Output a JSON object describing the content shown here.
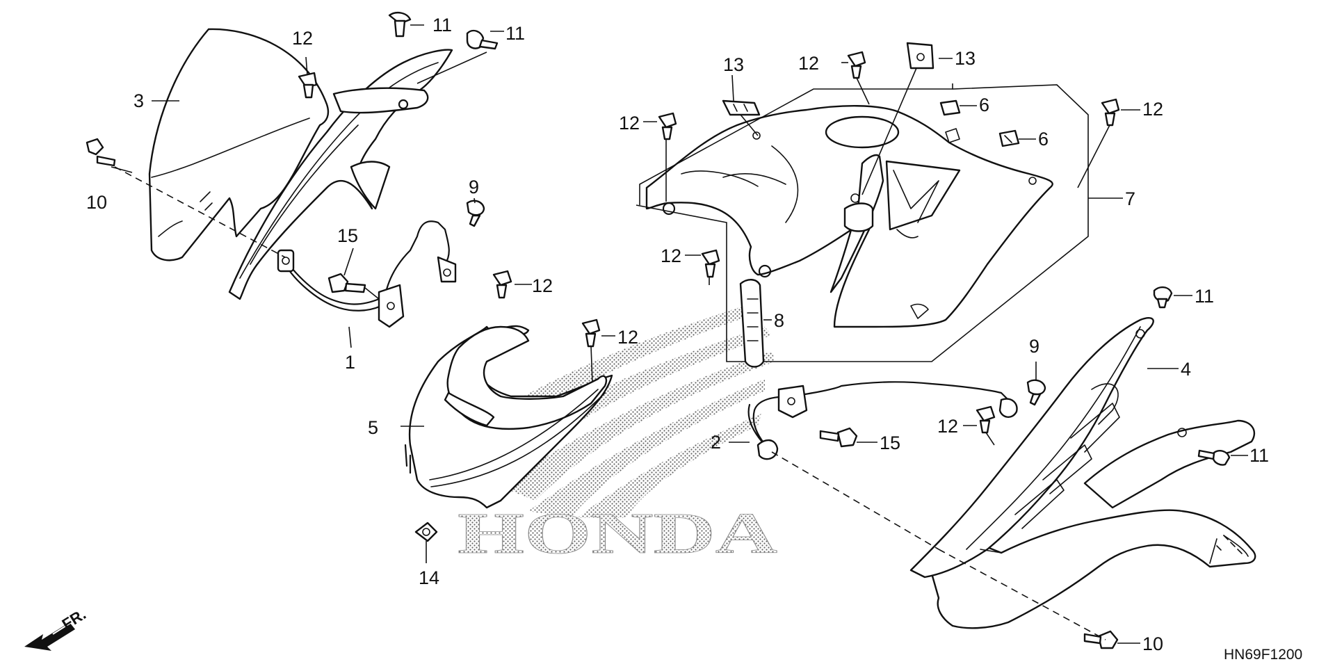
{
  "diagram": {
    "brand_watermark": "HONDA",
    "front_marker": "FR.",
    "drawing_code": "HN69F1200",
    "callouts": {
      "c1": "1",
      "c2": "2",
      "c3": "3",
      "c4": "4",
      "c5": "5",
      "c6a": "6",
      "c6b": "6",
      "c7": "7",
      "c8": "8",
      "c9a": "9",
      "c9b": "9",
      "c10a": "10",
      "c10b": "10",
      "c11a": "11",
      "c11b": "11",
      "c11c": "11",
      "c11d": "11",
      "c12a": "12",
      "c12b": "12",
      "c12c": "12",
      "c12d": "12",
      "c12e": "12",
      "c12f": "12",
      "c12g": "12",
      "c12h": "12",
      "c13a": "13",
      "c13b": "13",
      "c14": "14",
      "c15a": "15",
      "c15b": "15"
    }
  }
}
